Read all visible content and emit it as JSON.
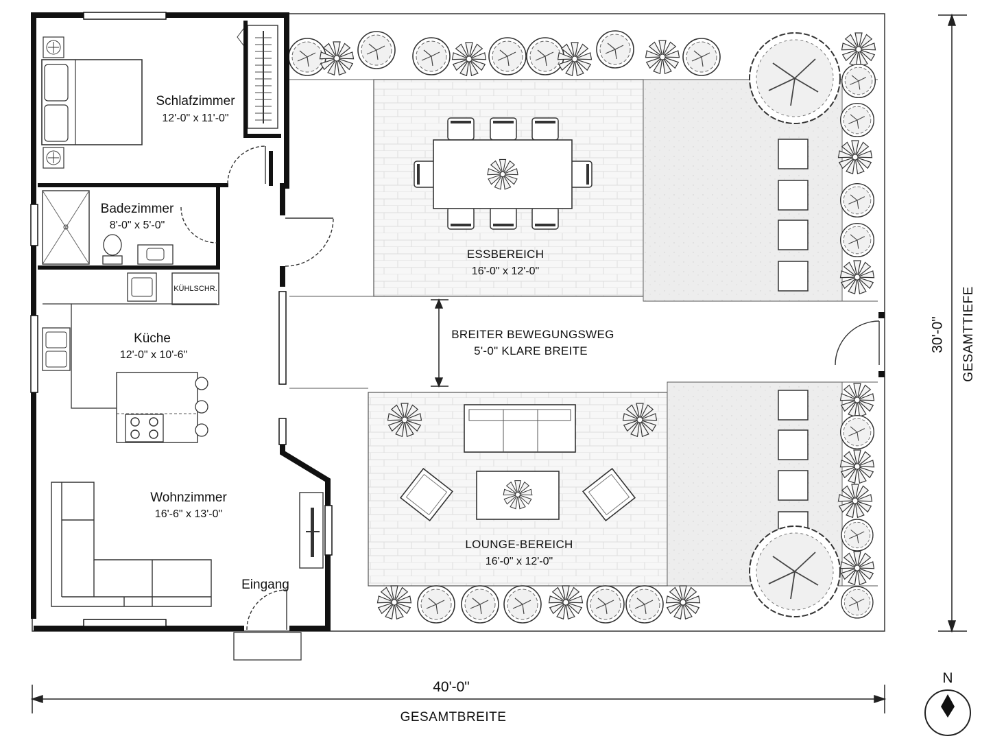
{
  "rooms": {
    "bedroom": {
      "name": "Schlafzimmer",
      "dims": "12'-0\" x 11'-0\""
    },
    "bathroom": {
      "name": "Badezimmer",
      "dims": "8'-0\" x 5'-0\""
    },
    "kitchen": {
      "name": "Küche",
      "dims": "12'-0\" x 10'-6\"",
      "fridge_label": "KÜHLSCHR."
    },
    "living": {
      "name": "Wohnzimmer",
      "dims": "16'-6\" x 13'-0\""
    },
    "entrance": {
      "name": "Eingang"
    }
  },
  "outdoor": {
    "dining": {
      "name": "ESSBEREICH",
      "dims": "16'-0\" x 12'-0\""
    },
    "walkway": {
      "name": "BREITER BEWEGUNGSWEG",
      "note": "5'-0\" KLARE BREITE"
    },
    "lounge": {
      "name": "LOUNGE-BEREICH",
      "dims": "16'-0\" x 12'-0\""
    }
  },
  "dimensions": {
    "width_value": "40'-0\"",
    "width_label": "GESAMTBREITE",
    "depth_value": "30'-0\"",
    "depth_label": "GESAMTTIEFE"
  },
  "north": {
    "label": "N"
  },
  "colors": {
    "wall": "#111111",
    "line": "#333333",
    "paving": "#eeeeee",
    "background": "#ffffff"
  }
}
